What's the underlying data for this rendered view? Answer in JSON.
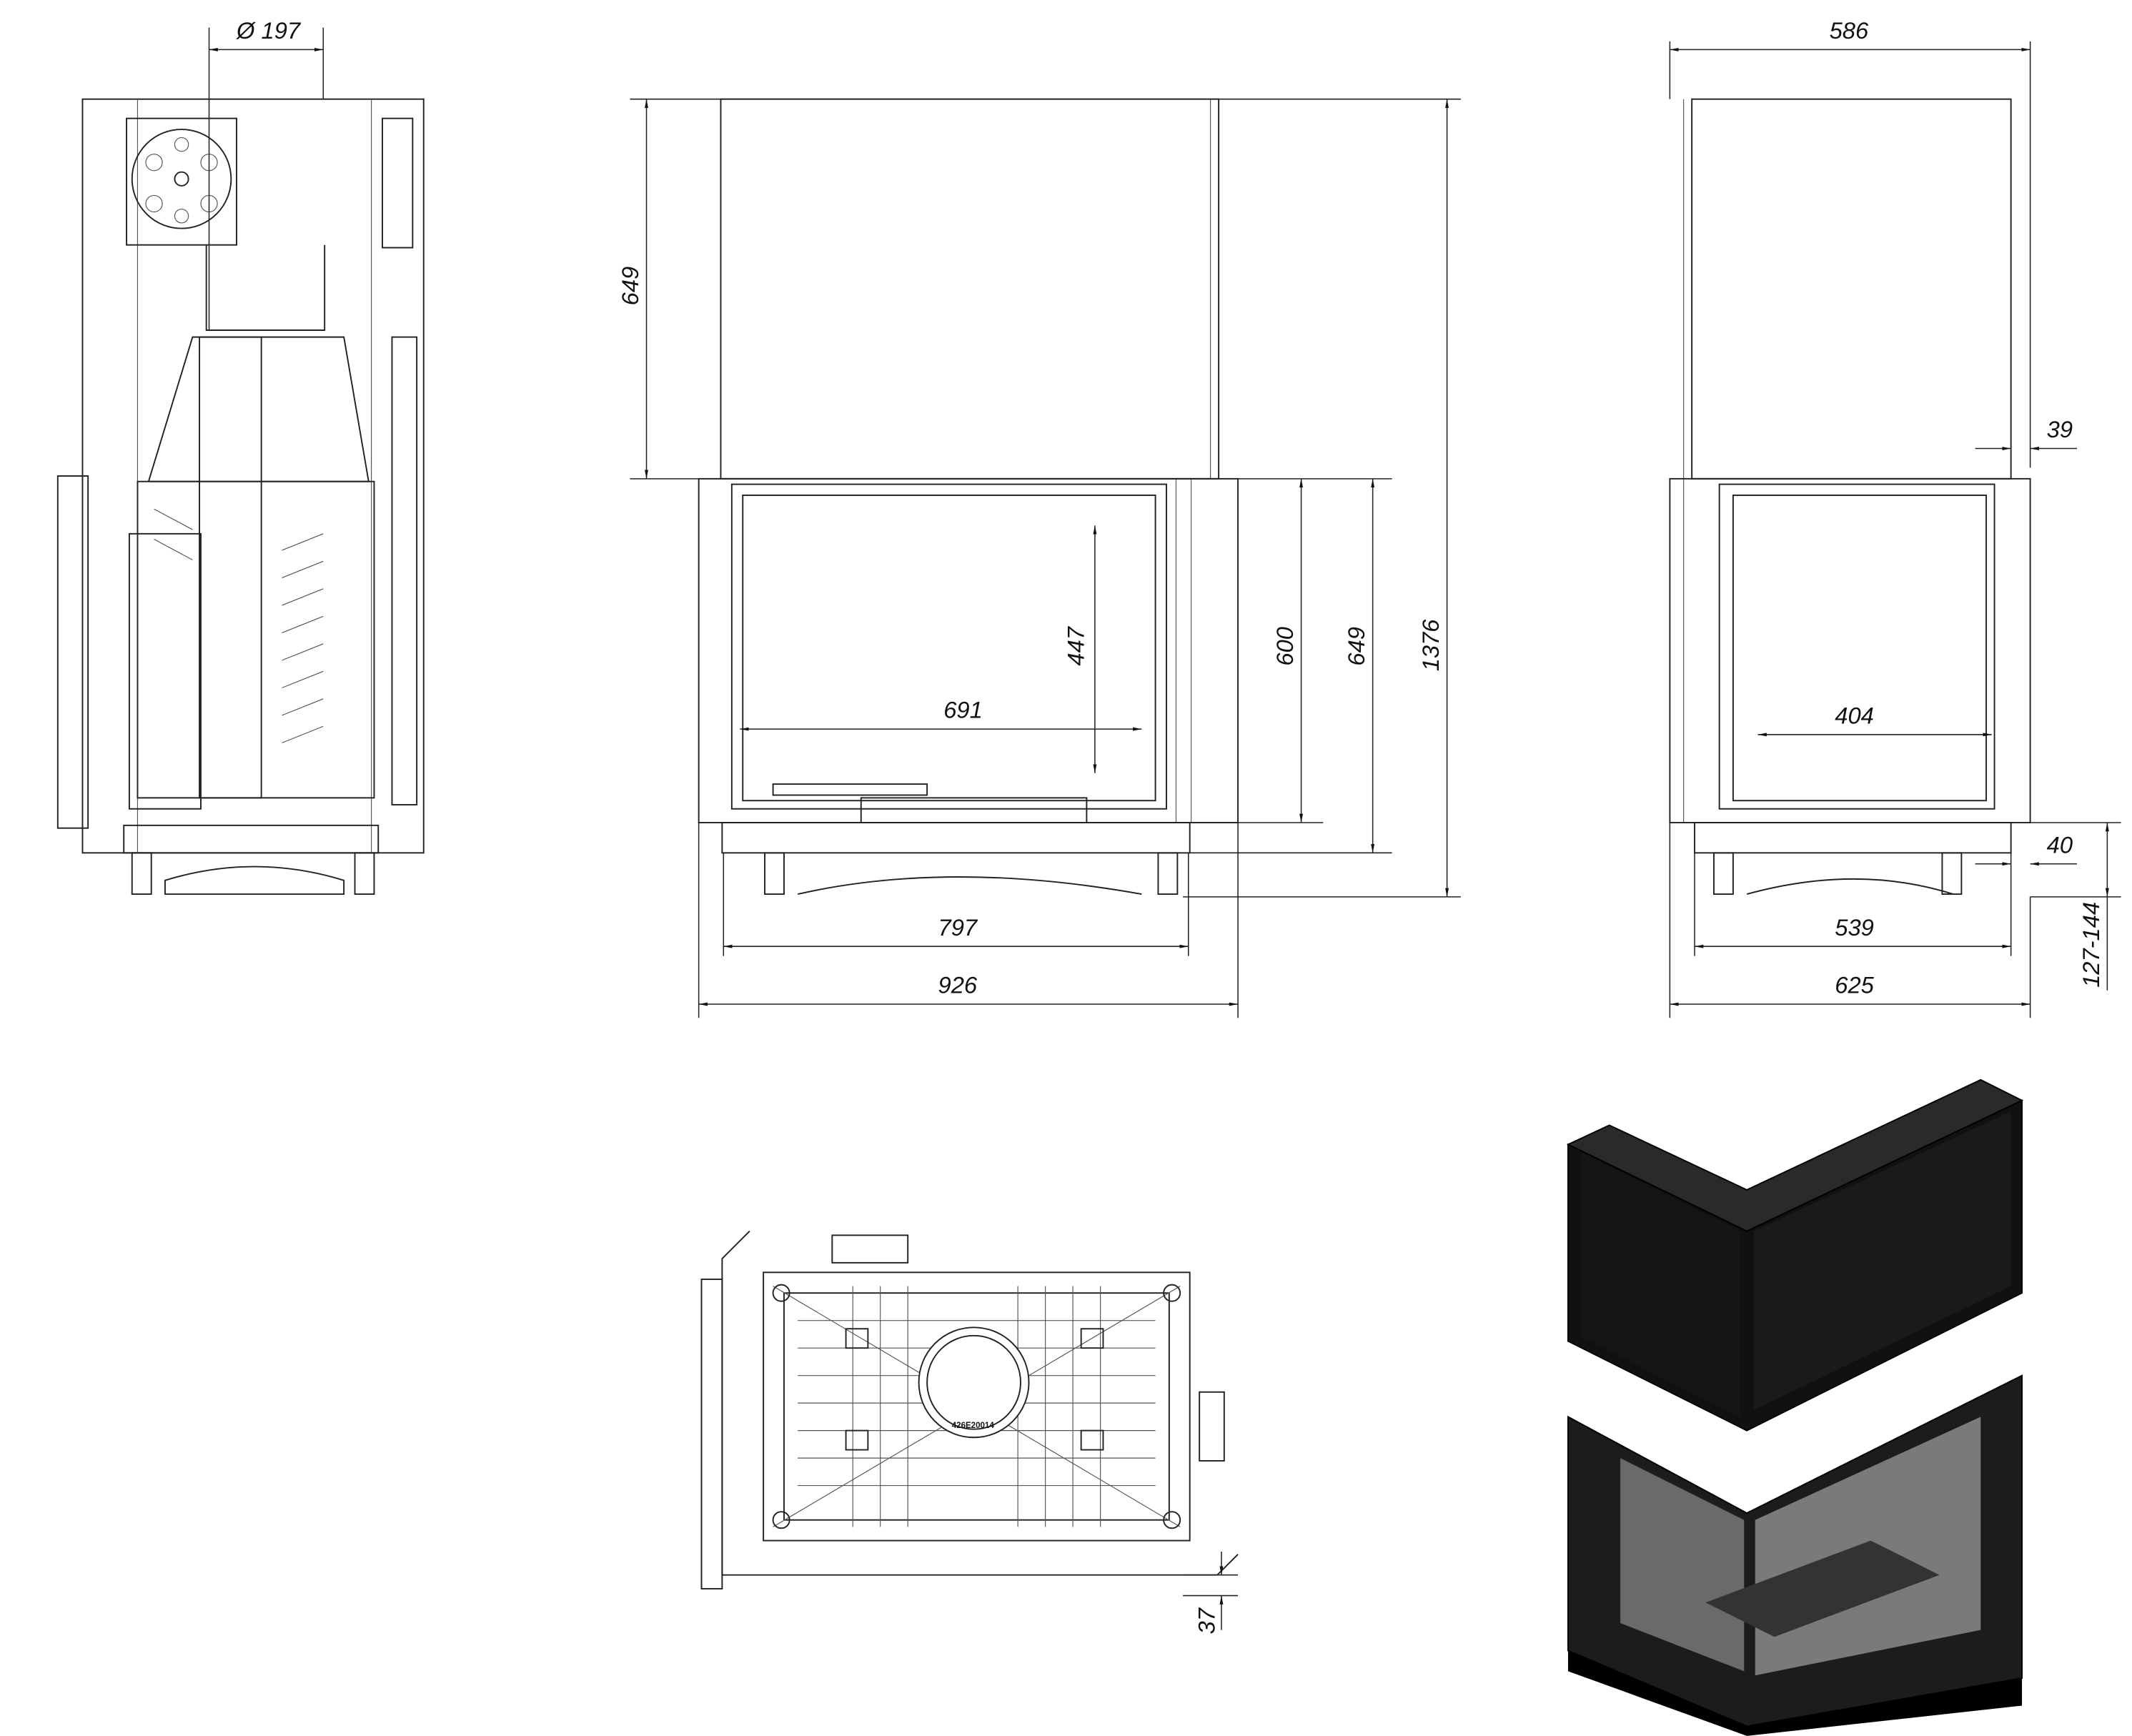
{
  "views": {
    "side_left": {
      "diameter": "Ø 197"
    },
    "front": {
      "top_height": "649",
      "glass_height": "447",
      "glass_width": "691",
      "door_height": "600",
      "lower_height": "649",
      "total_height": "1376",
      "inner_width": "797",
      "total_width": "926"
    },
    "side_right": {
      "top_width": "586",
      "offset_top": "39",
      "glass_width": "404",
      "offset_bottom": "40",
      "leg_height": "127-144",
      "inner_width": "539",
      "total_width": "625"
    },
    "bottom": {
      "serial": "426E20014",
      "offset": "37"
    }
  }
}
